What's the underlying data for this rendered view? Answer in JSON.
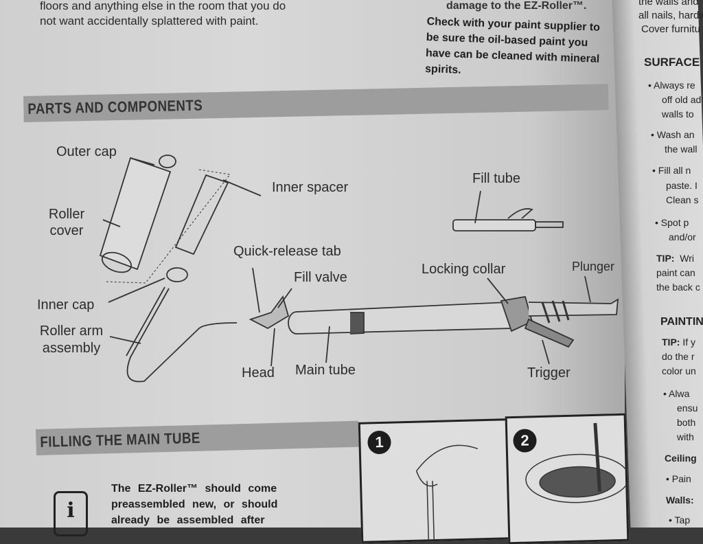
{
  "intro": {
    "lines": [
      "floors and anything else in the room that you do",
      "not want accidentally splattered with paint."
    ]
  },
  "caution": {
    "partial_line": "damage to the EZ-Roller™.",
    "lines": [
      "Check with your paint supplier to",
      "be sure the oil-based paint you",
      "have can be cleaned with mineral",
      "spirits."
    ]
  },
  "parts_section": {
    "heading": "PARTS AND COMPONENTS",
    "labels": {
      "outer_cap": "Outer cap",
      "roller_cover": "Roller cover",
      "inner_spacer": "Inner spacer",
      "inner_cap": "Inner cap",
      "roller_arm": "Roller arm assembly",
      "quick_release_tab": "Quick-release tab",
      "fill_valve": "Fill valve",
      "head": "Head",
      "main_tube": "Main tube",
      "fill_tube": "Fill tube",
      "locking_collar": "Locking collar",
      "plunger": "Plunger",
      "trigger": "Trigger"
    }
  },
  "filling_section": {
    "heading": "FILLING THE MAIN TUBE",
    "info_icon": "i",
    "note_lines": [
      "The EZ-Roller™ should come",
      "preassembled new, or should",
      "already be assembled after"
    ],
    "steps": [
      "1",
      "2"
    ]
  },
  "right_page": {
    "top_lines": [
      "the walls and",
      "all nails, hardw",
      "Cover furnitu"
    ],
    "surface_heading": "SURFACE PR",
    "surface_bullets": [
      [
        "Always re",
        "off old ad",
        "walls to"
      ],
      [
        "Wash an",
        "the wall"
      ],
      [
        "Fill all n",
        "paste. I",
        "Clean s"
      ],
      [
        "Spot p",
        "and/or"
      ]
    ],
    "tip1_label": "TIP:",
    "tip1_lines": [
      "Wri",
      "paint can",
      "the back c"
    ],
    "painting_heading": "PAINTIN",
    "tip2_label": "TIP:",
    "tip2_lines": [
      "If y",
      "do the r",
      "color un"
    ],
    "painting_bullet": [
      "Alwa",
      "ensu",
      "both",
      "with"
    ],
    "ceiling_label": "Ceiling",
    "ceiling_bullet": "Pain",
    "walls_label": "Walls:",
    "walls_bullet": "Tap"
  }
}
